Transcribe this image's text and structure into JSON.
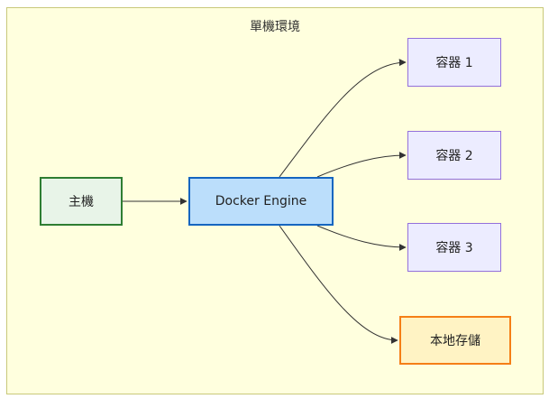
{
  "cluster": {
    "title": "單機環境"
  },
  "nodes": {
    "host": "主機",
    "engine": "Docker Engine",
    "container1": "容器 1",
    "container2": "容器 2",
    "container3": "容器 3",
    "storage": "本地存儲"
  },
  "edges": [
    {
      "from": "host",
      "to": "engine"
    },
    {
      "from": "engine",
      "to": "container1"
    },
    {
      "from": "engine",
      "to": "container2"
    },
    {
      "from": "engine",
      "to": "container3"
    },
    {
      "from": "engine",
      "to": "storage"
    }
  ],
  "colors": {
    "cluster_fill": "#ffffde",
    "host_border": "#2e7d32",
    "engine_border": "#1565c0",
    "container_border": "#9370db",
    "storage_border": "#f57f17"
  }
}
